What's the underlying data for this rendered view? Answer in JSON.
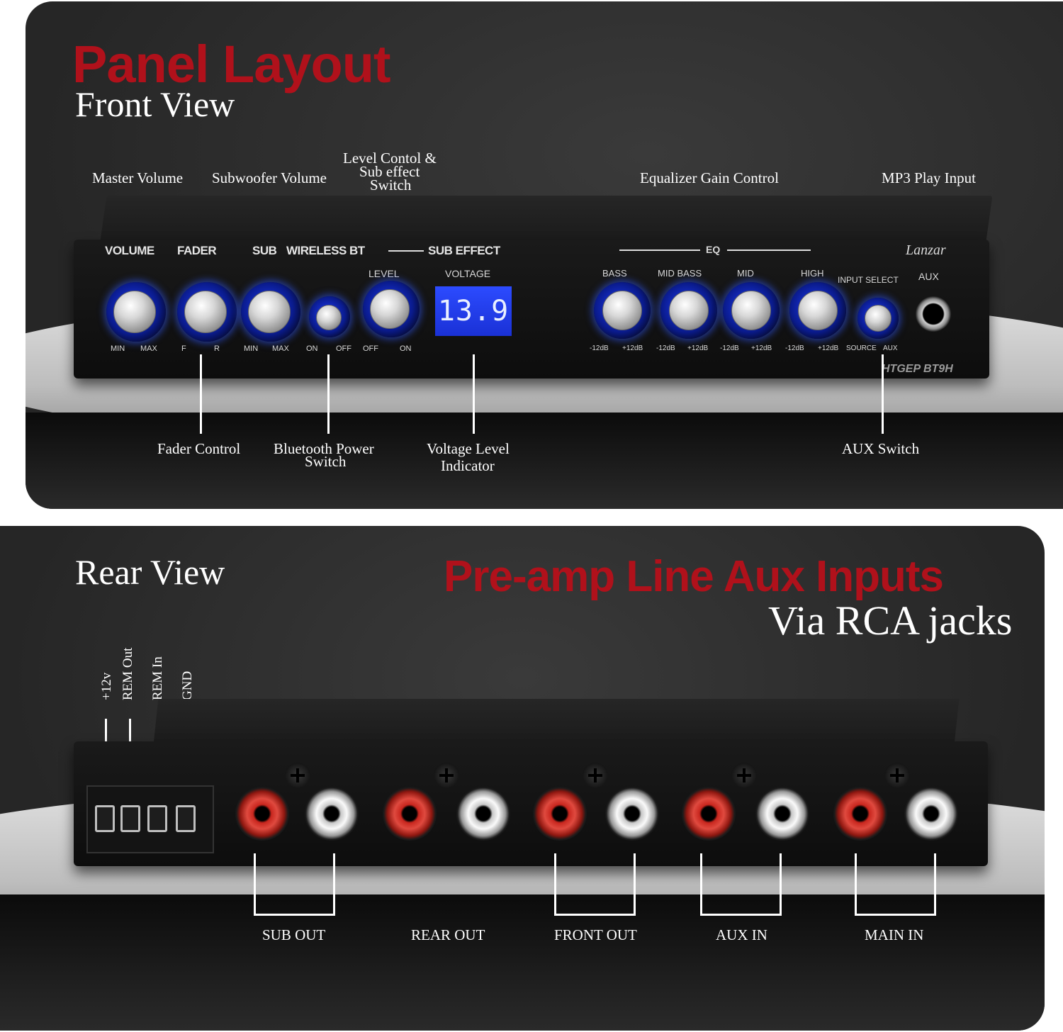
{
  "front": {
    "title": "Panel Layout",
    "subtitle": "Front View",
    "callouts": {
      "master_volume": "Master Volume",
      "subwoofer_volume": "Subwoofer Volume",
      "level_control_1": "Level Contol &",
      "level_control_2": "Sub effect",
      "level_control_3": "Switch",
      "eq_gain": "Equalizer Gain Control",
      "mp3_input": "MP3 Play Input",
      "fader_control": "Fader Control",
      "bt_power_1": "Bluetooth Power",
      "bt_power_2": "Switch",
      "voltage_1": "Voltage Level",
      "voltage_2": "Indicator",
      "aux_switch": "AUX Switch"
    },
    "device": {
      "volume": "VOLUME",
      "fader": "FADER",
      "sub": "SUB",
      "wireless_bt": "WIRELESS BT",
      "sub_effect": "SUB EFFECT",
      "level": "LEVEL",
      "voltage": "VOLTAGE",
      "lcd_value": "13.9",
      "eq": "EQ",
      "bass": "BASS",
      "mid_bass": "MID BASS",
      "mid": "MID",
      "high": "HIGH",
      "input_select": "INPUT SELECT",
      "aux": "AUX",
      "brand": "Lanzar",
      "model": "HTGEP BT9H",
      "min": "MIN",
      "max": "MAX",
      "f": "F",
      "r": "R",
      "on": "ON",
      "off": "OFF",
      "minus12": "-12dB",
      "plus12": "+12dB",
      "source": "SOURCE"
    }
  },
  "rear": {
    "subtitle": "Rear View",
    "title": "Pre-amp Line Aux Inputs",
    "title2": "Via RCA jacks",
    "terminals": [
      "+12v",
      "REM Out",
      "REM In",
      "GND"
    ],
    "groups": [
      "SUB OUT",
      "REAR OUT",
      "FRONT OUT",
      "AUX IN",
      "MAIN IN"
    ]
  }
}
